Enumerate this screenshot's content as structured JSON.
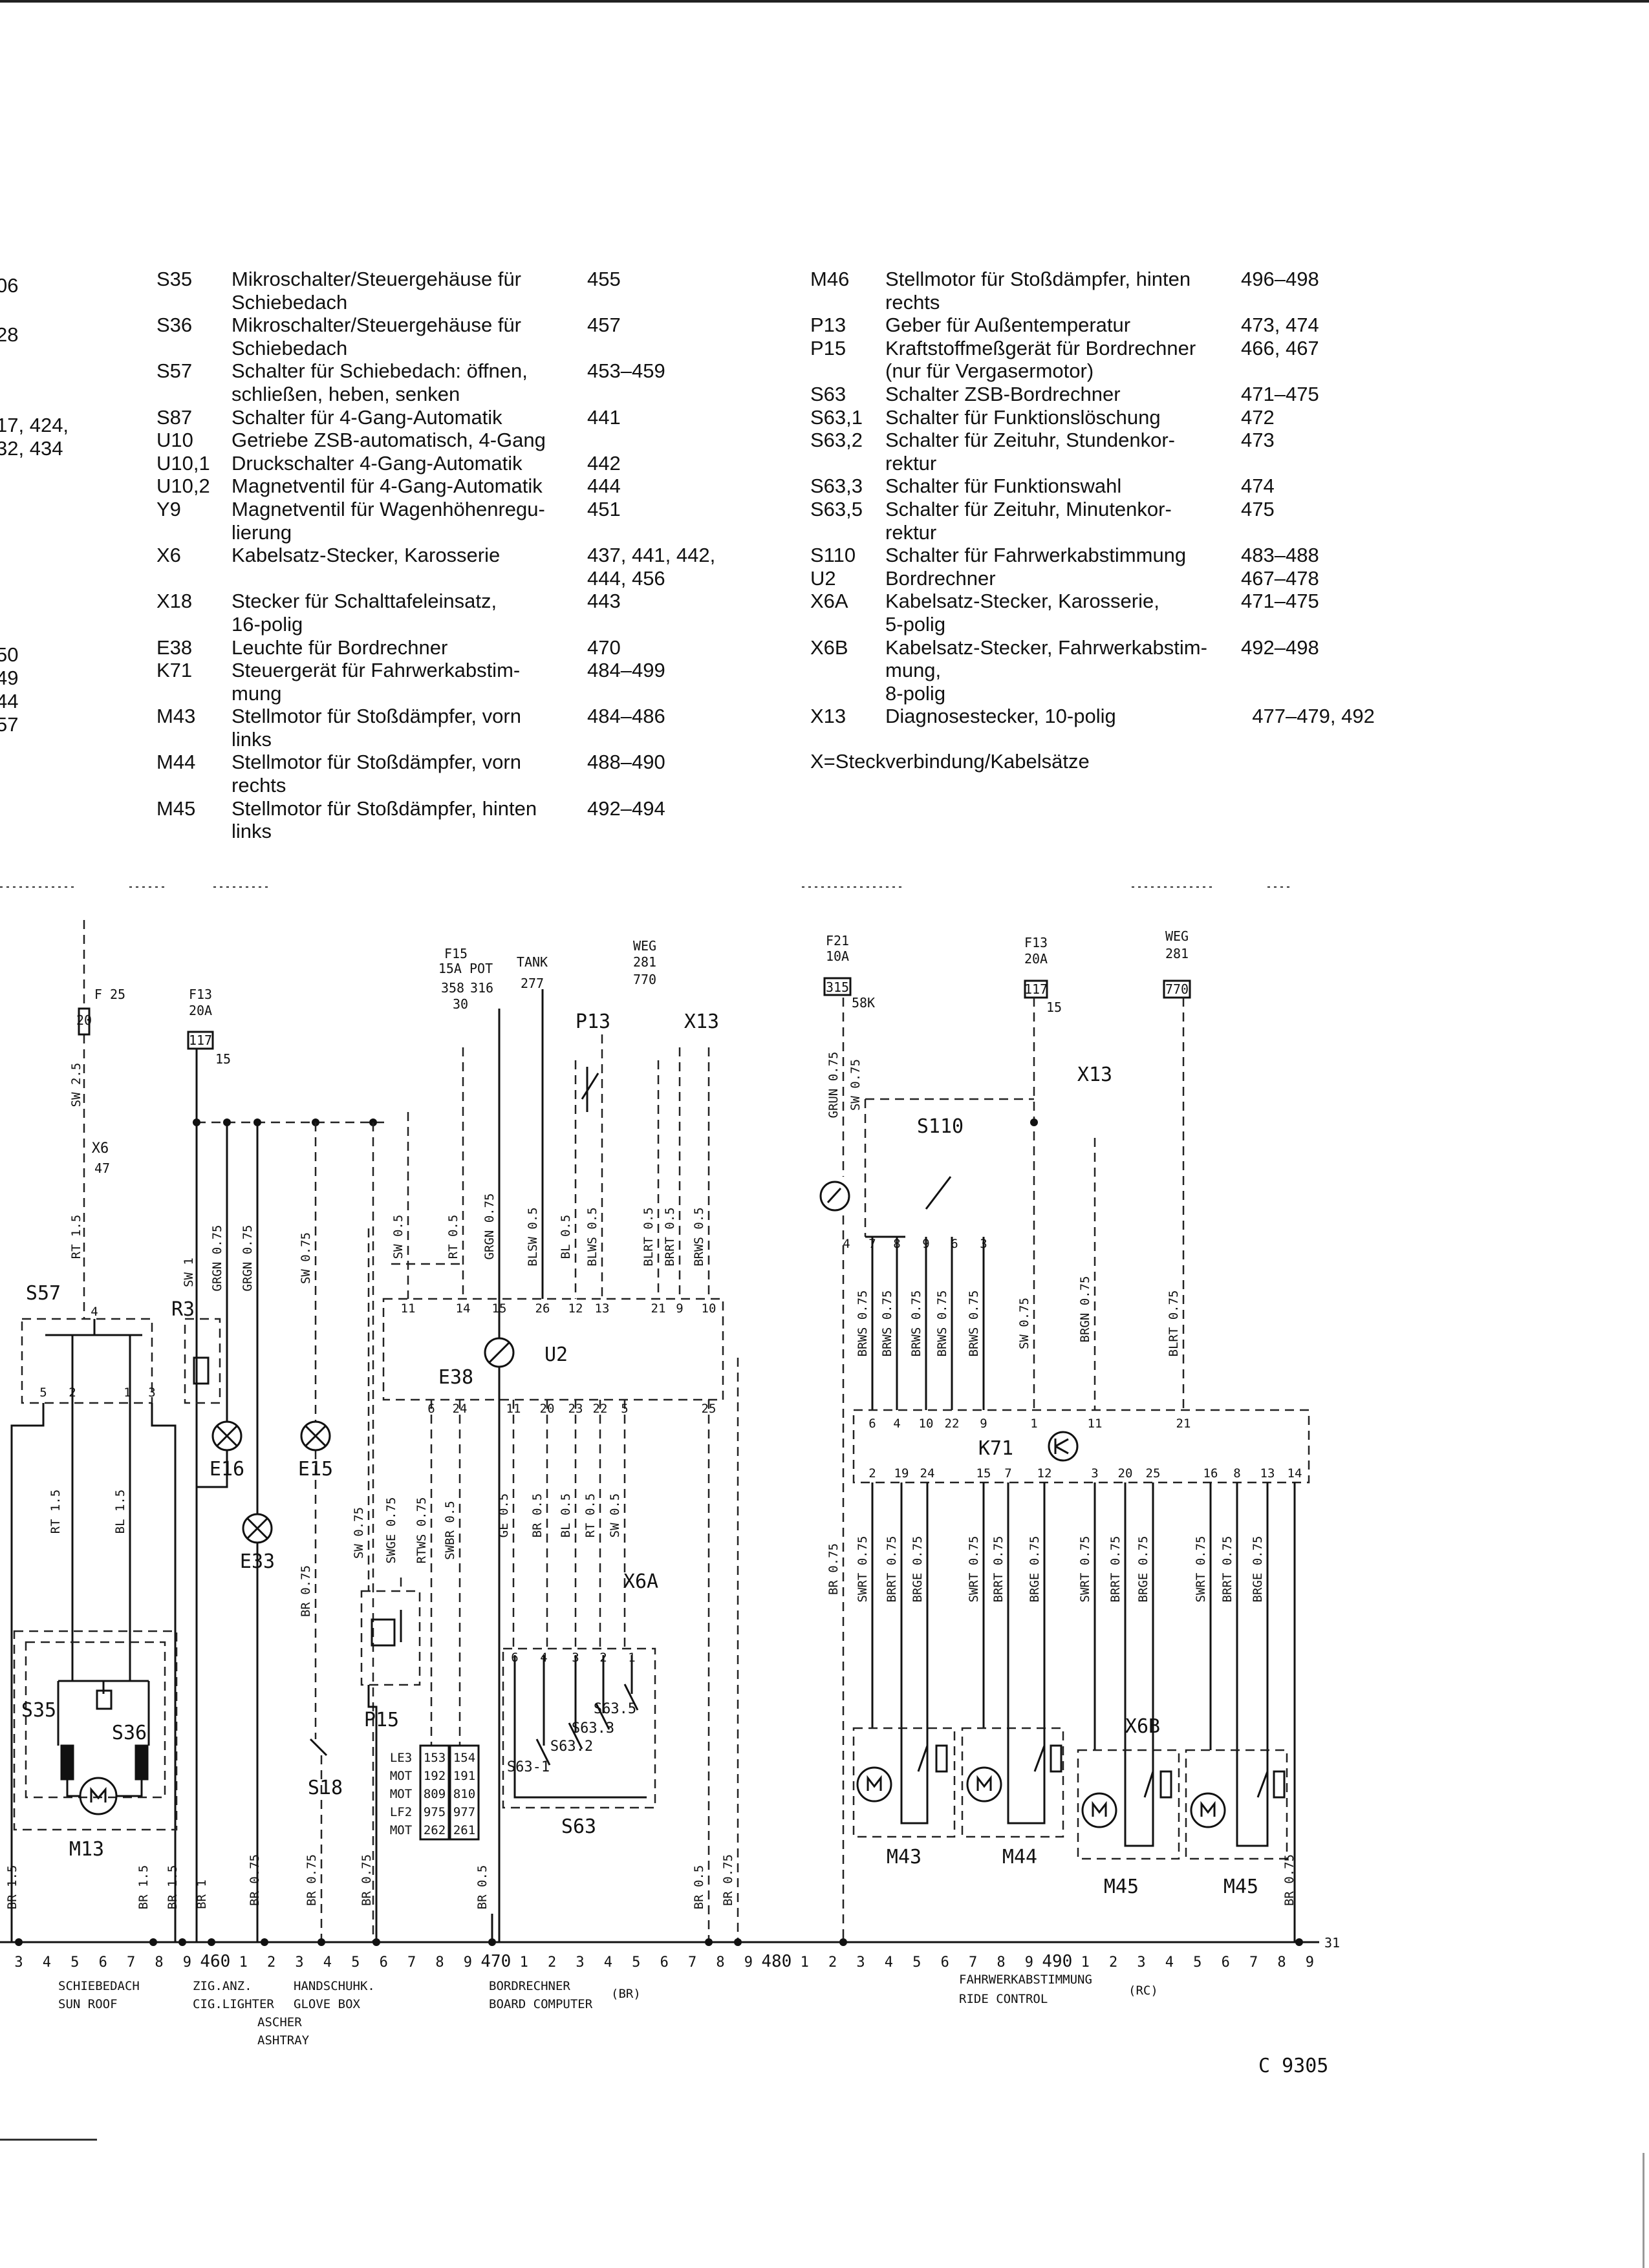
{
  "cut_fragments": [
    "06",
    "28",
    "17, 424,",
    "32, 434",
    "50",
    "49",
    "44",
    "57"
  ],
  "legend_left": [
    {
      "code": "S35",
      "desc": "Mikroschalter/Steuergehäuse für\nSchiebedach",
      "pages": "455"
    },
    {
      "code": "S36",
      "desc": "Mikroschalter/Steuergehäuse für\nSchiebedach",
      "pages": "457"
    },
    {
      "code": "S57",
      "desc": "Schalter für Schiebedach: öffnen,\nschließen, heben, senken",
      "pages": "453–459"
    },
    {
      "code": "S87",
      "desc": "Schalter für 4-Gang-Automatik",
      "pages": "441"
    },
    {
      "code": "U10",
      "desc": "Getriebe ZSB-automatisch, 4-Gang",
      "pages": ""
    },
    {
      "code": "U10,1",
      "desc": "Druckschalter 4-Gang-Automatik",
      "pages": "442"
    },
    {
      "code": "U10,2",
      "desc": "Magnetventil für 4-Gang-Automatik",
      "pages": "444"
    },
    {
      "code": "Y9",
      "desc": "Magnetventil für Wagenhöhenregu-\nlierung",
      "pages": "451"
    },
    {
      "code": "X6",
      "desc": "Kabelsatz-Stecker, Karosserie",
      "pages": "437, 441, 442,\n444, 456"
    },
    {
      "code": "X18",
      "desc": "Stecker für Schalttafeleinsatz,\n16-polig",
      "pages": "443"
    },
    {
      "code": "E38",
      "desc": "Leuchte für Bordrechner",
      "pages": "470"
    },
    {
      "code": "K71",
      "desc": "Steuergerät für Fahrwerkabstim-\nmung",
      "pages": "484–499"
    },
    {
      "code": "M43",
      "desc": "Stellmotor für Stoßdämpfer, vorn\nlinks",
      "pages": "484–486"
    },
    {
      "code": "M44",
      "desc": "Stellmotor für Stoßdämpfer, vorn\nrechts",
      "pages": "488–490"
    },
    {
      "code": "M45",
      "desc": "Stellmotor für Stoßdämpfer, hinten\nlinks",
      "pages": "492–494"
    }
  ],
  "legend_right": [
    {
      "code": "M46",
      "desc": "Stellmotor für Stoßdämpfer, hinten\nrechts",
      "pages": "496–498"
    },
    {
      "code": "P13",
      "desc": "Geber für Außentemperatur",
      "pages": "473, 474"
    },
    {
      "code": "P15",
      "desc": "Kraftstoffmeßgerät für Bordrechner\n(nur für Vergasermotor)",
      "pages": "466, 467"
    },
    {
      "code": "S63",
      "desc": "Schalter ZSB-Bordrechner",
      "pages": "471–475"
    },
    {
      "code": "S63,1",
      "desc": "Schalter für Funktionslöschung",
      "pages": "472"
    },
    {
      "code": "S63,2",
      "desc": "Schalter für Zeituhr, Stundenkor-\nrektur",
      "pages": "473"
    },
    {
      "code": "S63,3",
      "desc": "Schalter für Funktionswahl",
      "pages": "474"
    },
    {
      "code": "S63,5",
      "desc": "Schalter für Zeituhr, Minutenkor-\nrektur",
      "pages": "475"
    },
    {
      "code": "S110",
      "desc": "Schalter für Fahrwerkabstimmung",
      "pages": "483–488"
    },
    {
      "code": "U2",
      "desc": "Bordrechner",
      "pages": "467–478"
    },
    {
      "code": "X6A",
      "desc": "Kabelsatz-Stecker, Karosserie,\n5-polig",
      "pages": "471–475"
    },
    {
      "code": "X6B",
      "desc": "Kabelsatz-Stecker, Fahrwerkabstim-\nmung,\n8-polig",
      "pages": "492–498"
    },
    {
      "code": "X13",
      "desc": "Diagnosestecker, 10-polig",
      "pages": "  477–479, 492"
    }
  ],
  "legend_note": "X=Steckverbindung/Kabelsätze",
  "diagram": {
    "component_labels": [
      "S57",
      "R3",
      "E16",
      "E33",
      "E15",
      "M13",
      "S35",
      "S36",
      "S18",
      "U2",
      "E38",
      "P13",
      "X13",
      "P15",
      "S63",
      "X6A",
      "S110",
      "X13",
      "K71",
      "X6B",
      "M43",
      "M44",
      "M45",
      "M45",
      "X6",
      "S63-1",
      "S63.2",
      "S63.3",
      "S63.5"
    ],
    "fuse_labels": [
      "F 25",
      "20",
      "F13",
      "20A",
      "117",
      "15",
      "F15",
      "15A POT",
      "358",
      "316",
      "30",
      "TANK",
      "277",
      "WEG",
      "281",
      "770",
      "F21",
      "10A",
      "315",
      "58K",
      "F13",
      "20A",
      "117",
      "15",
      "WEG",
      "281",
      "770",
      "47",
      "31"
    ],
    "wire_labels": [
      "SW 2.5",
      "RT 1.5",
      "SW 1",
      "GRGN 0.75",
      "GRGN 0.75",
      "SW 0.75",
      "RT 1.5",
      "BL 1.5",
      "SW 0.5",
      "RT 0.5",
      "GRGN 0.75",
      "BLSW 0.5",
      "BL 0.5",
      "BLWS 0.5",
      "BLRT 0.5",
      "BRRT 0.5",
      "BRWS 0.5",
      "SW 0.75",
      "SWGE 0.75",
      "RTWS 0.75",
      "SWBR 0.5",
      "GE 0.5",
      "BR 0.5",
      "BL 0.5",
      "RT 0.5",
      "SW 0.5",
      "BR 0.75",
      "BR 1.5",
      "BR 1.5",
      "BR 1.5",
      "BR 1",
      "BR 0.75",
      "BR 0.75",
      "BR 0.75",
      "BR 0.5",
      "BR 0.5",
      "BR 0.75",
      "BR 0.75",
      "GRUN 0.75",
      "SW 0.75",
      "BRWS 0.75",
      "BRWS 0.75",
      "BRWS 0.75",
      "BRWS 0.75",
      "BRWS 0.75",
      "SW 0.75",
      "BRGN 0.75",
      "BLRT 0.75",
      "BR 0.75",
      "SWRT 0.75",
      "BRRT 0.75",
      "BRGE 0.75",
      "SWRT 0.75",
      "BRRT 0.75",
      "BRGE 0.75",
      "SWRT 0.75",
      "BRRT 0.75",
      "BRGE 0.75",
      "SWRT 0.75",
      "BRRT 0.75",
      "BRGE 0.75"
    ],
    "pin_numbers": [
      "11",
      "14",
      "15",
      "26",
      "12",
      "13",
      "21",
      "9",
      "10",
      "6",
      "24",
      "11",
      "20",
      "23",
      "22",
      "5",
      "25",
      "5",
      "2",
      "1",
      "3",
      "4",
      "6",
      "4",
      "3",
      "2",
      "1",
      "4",
      "7",
      "8",
      "9",
      "6",
      "3",
      "6",
      "4",
      "10",
      "22",
      "9",
      "1",
      "11",
      "21",
      "2",
      "19",
      "24",
      "15",
      "7",
      "12",
      "3",
      "20",
      "25",
      "16",
      "8",
      "13",
      "14"
    ],
    "connector_table": [
      [
        "LE3",
        "153",
        "154"
      ],
      [
        "MOT",
        "192",
        "191"
      ],
      [
        "MOT",
        "809",
        "810"
      ],
      [
        "LF2",
        "975",
        "977"
      ],
      [
        "MOT",
        "262",
        "261"
      ]
    ],
    "position_numbers": [
      "3",
      "4",
      "5",
      "6",
      "7",
      "8",
      "9",
      "460",
      "1",
      "2",
      "3",
      "4",
      "5",
      "6",
      "7",
      "8",
      "9",
      "470",
      "1",
      "2",
      "3",
      "4",
      "5",
      "6",
      "7",
      "8",
      "9",
      "480",
      "1",
      "2",
      "3",
      "4",
      "5",
      "6",
      "7",
      "8",
      "9",
      "490",
      "1",
      "2",
      "3",
      "4",
      "5",
      "6",
      "7",
      "8",
      "9"
    ],
    "section_labels": [
      "SCHIEBEDACH",
      "SUN ROOF",
      "ZIG.ANZ.",
      "CIG.LIGHTER",
      "HANDSCHUHK.",
      "GLOVE BOX",
      "ASCHER",
      "ASHTRAY",
      "BORDRECHNER",
      "BOARD COMPUTER",
      "(BR)",
      "FAHRWERKABSTIMMUNG",
      "(RC)",
      "RIDE CONTROL"
    ],
    "figure_code": "C 9305"
  }
}
